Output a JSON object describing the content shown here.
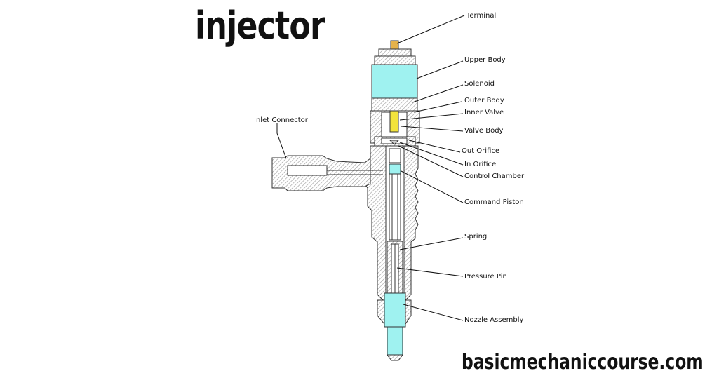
{
  "title": "injector",
  "website": "basicmechaniccourse.com",
  "colors": {
    "highlight_cyan": "#9ff2f0",
    "highlight_yellow": "#f2e33c",
    "terminal_orange": "#e6b24a",
    "hatch_gray": "#cfcfcf",
    "line": "#333333"
  },
  "labels": {
    "terminal": "Terminal",
    "upper_body": "Upper Body",
    "solenoid": "Solenoid",
    "outer_body": "Outer Body",
    "inner_valve": "Inner Valve",
    "valve_body": "Valve Body",
    "out_orifice": "Out Orifice",
    "in_orifice": "In Orifice",
    "control_chamber": "Control Chamber",
    "command_piston": "Command Piston",
    "spring": "Spring",
    "pressure_pin": "Pressure Pin",
    "nozzle_assembly": "Nozzle Assembly",
    "inlet_connector": "Inlet Connector"
  }
}
